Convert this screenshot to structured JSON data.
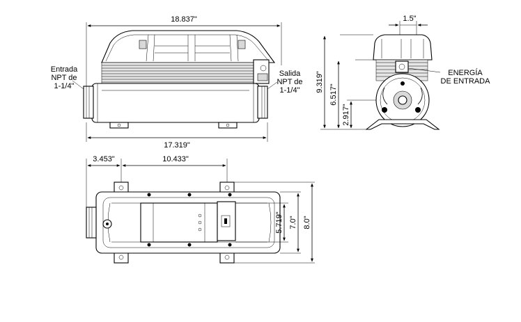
{
  "dimensions": {
    "side_length": "18.837\"",
    "side_base": "17.319\"",
    "end_width": "1.5\"",
    "end_height_total": "9.319\"",
    "end_height_mid": "6.517\"",
    "end_height_low": "2.917\"",
    "top_offset": "3.453\"",
    "top_spacing": "10.433\"",
    "top_inner": "5.719\"",
    "top_mid": "7.0\"",
    "top_outer": "8.0\""
  },
  "labels": {
    "inlet": [
      "Entrada",
      "NPT de",
      "1-1/4\""
    ],
    "outlet": [
      "Salida",
      "NPT de",
      "1-1/4\""
    ],
    "power": [
      "ENERGÍA",
      "DE ENTRADA"
    ]
  }
}
